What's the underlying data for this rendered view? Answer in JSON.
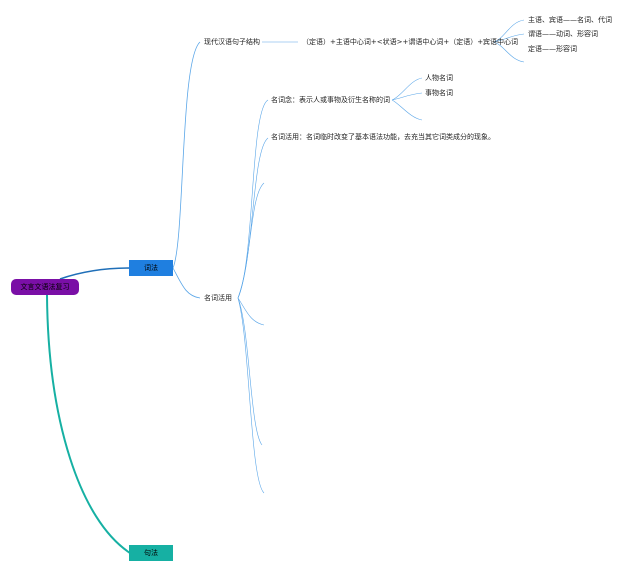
{
  "colors": {
    "root_fill": "#7a0fa6",
    "cifa_fill": "#1f7fe0",
    "jufa_fill": "#16b0a3",
    "branch_blue": "#5aa6e8",
    "branch_teal": "#16b0a3",
    "branch_dark_blue": "#1f6fb8"
  },
  "root": {
    "label": "文言文语法复习"
  },
  "cifa": {
    "label": "词法"
  },
  "jufa": {
    "label": "句法"
  },
  "structure": {
    "label": "现代汉语句子结构",
    "pattern": "（定语）+主语中心词+<状语>+谓语中心词+（定语）+宾语中心词",
    "items": [
      "主语、宾语——名词、代词",
      "谓语——动词、形容词",
      "定语——形容词"
    ]
  },
  "noun_usage": {
    "label": "名词活用",
    "concept": "名词念：表示人或事物及衍生名称的词",
    "concept_items": [
      "人物名词",
      "事物名词"
    ],
    "definition": "名词活用：名词临时改变了基本语法功能，去充当其它词类成分的现象。"
  }
}
